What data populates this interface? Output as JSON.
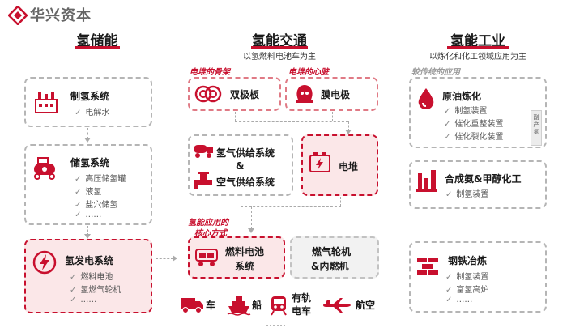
{
  "brand": {
    "name": "华兴资本",
    "accent": "#c8102e"
  },
  "columns": {
    "storage": {
      "title": "氢储能"
    },
    "transport": {
      "title": "氢能交通",
      "subtitle": "以氢燃料电池车为主"
    },
    "industry": {
      "title": "氢能工业",
      "subtitle": "以炼化和化工领域应用为主"
    }
  },
  "storage": {
    "production": {
      "title": "制氢系统",
      "items": [
        "电解水"
      ]
    },
    "storage": {
      "title": "储氢系统",
      "items": [
        "高压储氢罐",
        "液氢",
        "盐穴储氢",
        "……"
      ]
    },
    "generation": {
      "title": "氢发电系统",
      "items": [
        "燃料电池",
        "氢燃气轮机",
        "……"
      ]
    }
  },
  "transport": {
    "label_skeleton": "电堆的骨架",
    "label_heart": "电堆的心脏",
    "bipolar": "双极板",
    "membrane": "膜电极",
    "supply_h2": "氢气供给系统",
    "supply_amp": "&",
    "supply_air": "空气供给系统",
    "stack": "电堆",
    "core_label_1": "氢能应用的",
    "core_label_2": "核心方式",
    "fuel_cell_1": "燃料电池",
    "fuel_cell_2": "系统",
    "turbine_1": "燃气轮机",
    "turbine_2": "&内燃机",
    "vehicles": [
      "车",
      "船",
      "有轨",
      "电车",
      "航空"
    ],
    "more": "……"
  },
  "industry": {
    "traditional_label": "较传统的应用",
    "refining": {
      "title": "原油炼化",
      "items": [
        "制氢装置",
        "催化重整装置",
        "催化裂化装置"
      ],
      "byproduct": "副产氢"
    },
    "ammonia": {
      "title": "合成氨&甲醇化工",
      "items": [
        "制氢装置"
      ]
    },
    "steel": {
      "title": "钢铁冶炼",
      "items": [
        "制氢装置",
        "富氢高炉",
        "……"
      ]
    }
  }
}
